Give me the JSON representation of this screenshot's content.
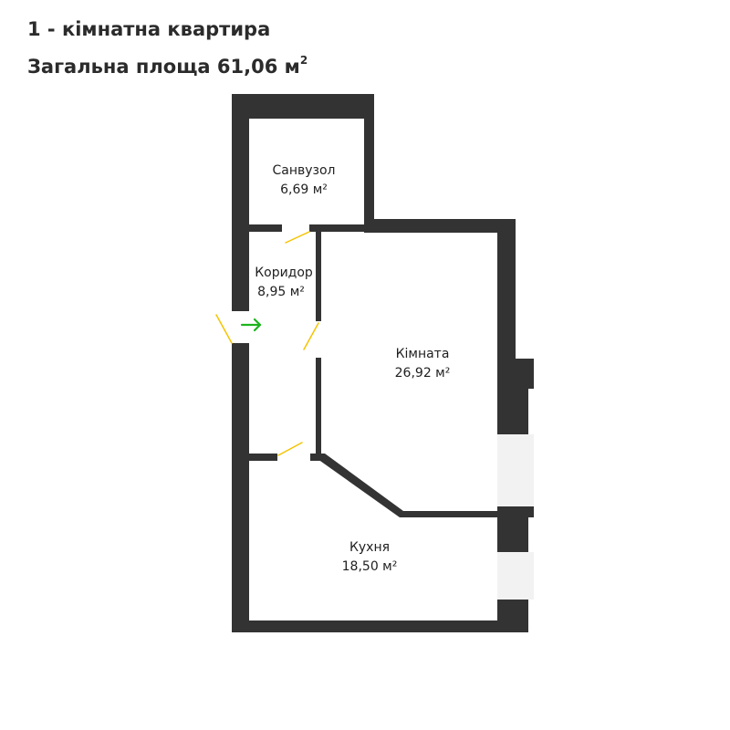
{
  "heading": {
    "title": "1 - кімнатна квартира",
    "area_text": "Загальна площа 61,06 м",
    "area_sup": "2"
  },
  "rooms": {
    "bathroom": {
      "name": "Санвузол",
      "area": "6,69 м²"
    },
    "corridor": {
      "name": "Коридор",
      "area": "8,95 м²"
    },
    "room": {
      "name": "Кімната",
      "area": "26,92 м²"
    },
    "kitchen": {
      "name": "Кухня",
      "area": "18,50 м²"
    }
  },
  "colors": {
    "wall": "#333333",
    "window": "#f2f2f2",
    "door": "#f5c400",
    "entrance_arrow": "#1db31d"
  }
}
